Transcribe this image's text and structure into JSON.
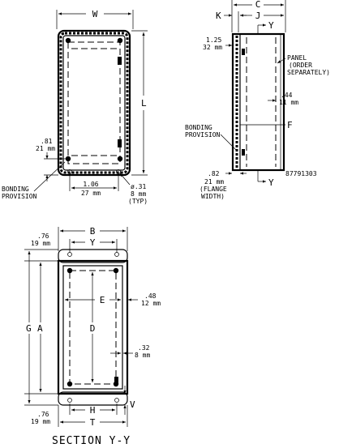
{
  "top_view": {
    "w_label": "W",
    "l_label": "L",
    "dim_81_in": ".81",
    "dim_81_mm": "21 mm",
    "dim_106_in": "1.06",
    "dim_106_mm": "27 mm",
    "dim_31_in": "ø.31",
    "dim_31_mm": "8 mm",
    "dim_31_note": "(TYP)",
    "bonding_1": "BONDING",
    "bonding_2": "PROVISION"
  },
  "side_view": {
    "k_label": "K",
    "j_label": "J",
    "c_label": "C",
    "y_label_top": "Y",
    "y_label_bottom": "Y",
    "f_label": "F",
    "dim_125_in": "1.25",
    "dim_125_mm": "32 mm",
    "panel_1": "PANEL",
    "panel_2": "(ORDER",
    "panel_3": "SEPARATELY)",
    "dim_44_in": ".44",
    "dim_44_mm": "11 mm",
    "bonding_1": "BONDING",
    "bonding_2": "PROVISION",
    "dim_82_in": ".82",
    "dim_82_mm": "21 mm",
    "flange_1": "(FLANGE",
    "flange_2": "WIDTH)",
    "part_number": "87791303"
  },
  "section_view": {
    "b_label": "B",
    "y_label": "Y",
    "e_label": "E",
    "d_label": "D",
    "g_label": "G",
    "a_label": "A",
    "h_label": "H",
    "t_label": "T",
    "v_label": "V",
    "dim_76_top_in": ".76",
    "dim_76_top_mm": "19 mm",
    "dim_76_bot_in": ".76",
    "dim_76_bot_mm": "19 mm",
    "dim_48_in": ".48",
    "dim_48_mm": "12 mm",
    "dim_32_in": ".32",
    "dim_32_mm": "8 mm",
    "caption": "SECTION Y-Y"
  }
}
